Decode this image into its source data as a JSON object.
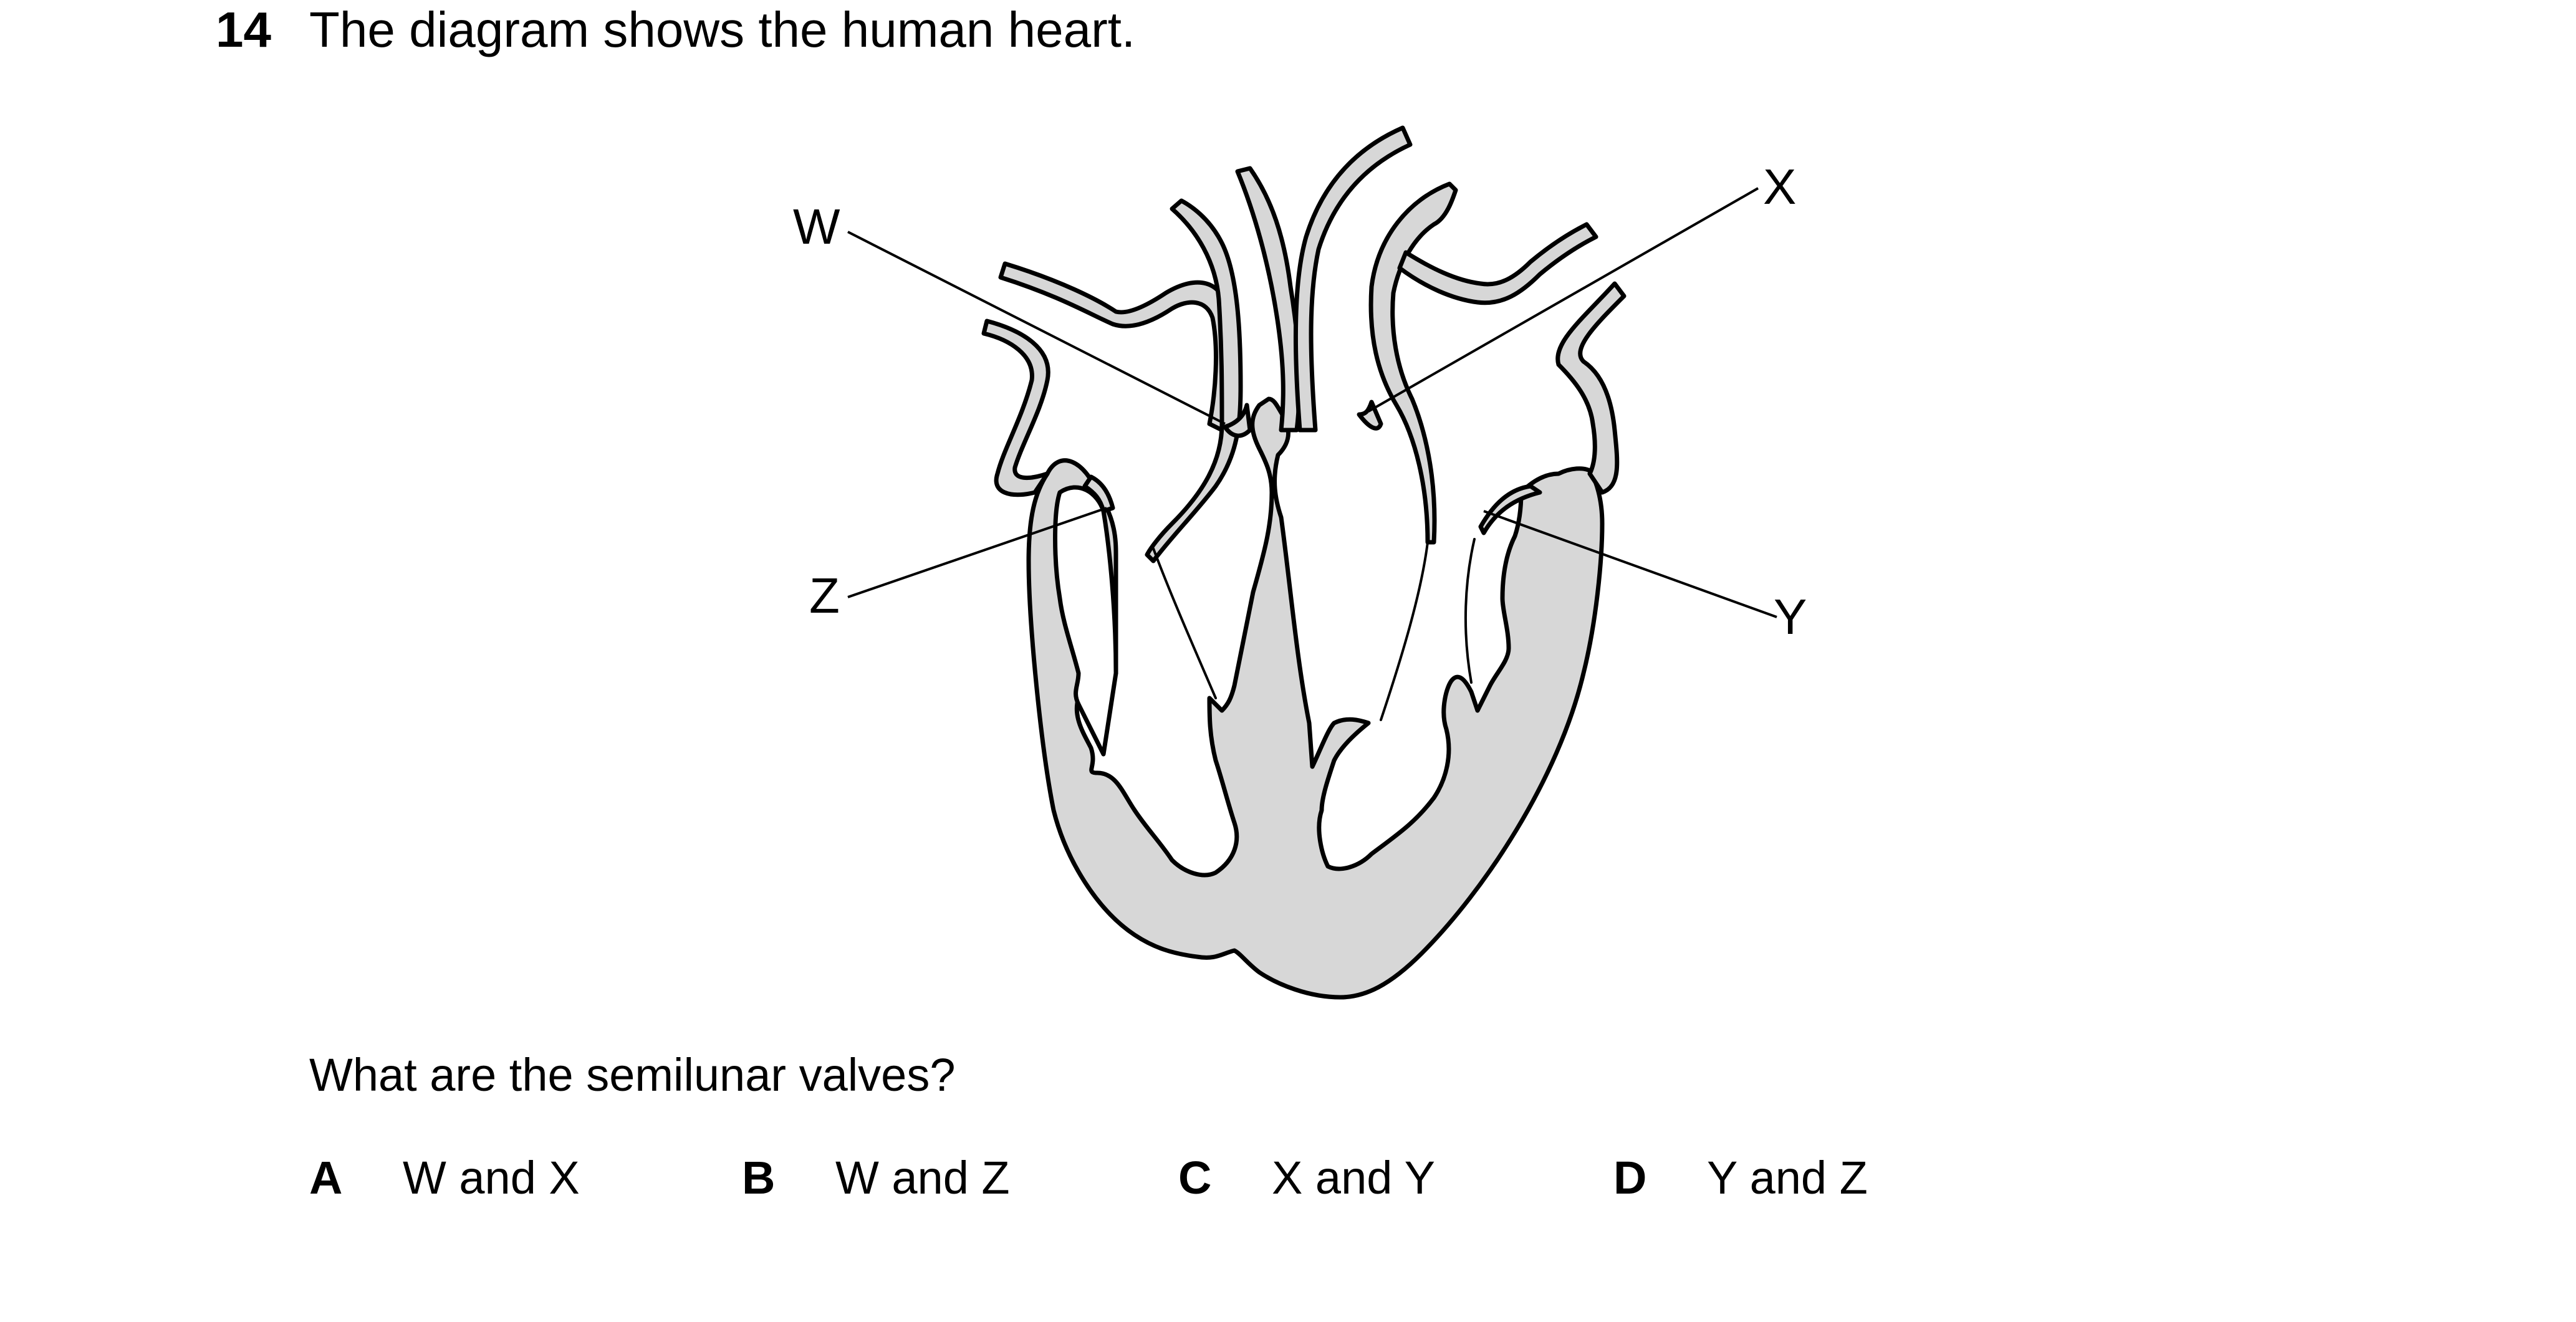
{
  "question": {
    "number": "14",
    "text": "The diagram shows the human heart."
  },
  "diagram": {
    "subject": "human heart (longitudinal section)",
    "labels": {
      "w": "W",
      "x": "X",
      "y": "Y",
      "z": "Z"
    },
    "colors": {
      "tissue_fill": "#d7d7d7",
      "outline": "#000000"
    }
  },
  "prompt": "What are the semilunar valves?",
  "options": [
    {
      "letter": "A",
      "text": "W and X"
    },
    {
      "letter": "B",
      "text": "W and Z"
    },
    {
      "letter": "C",
      "text": "X and Y"
    },
    {
      "letter": "D",
      "text": "Y and Z"
    }
  ]
}
